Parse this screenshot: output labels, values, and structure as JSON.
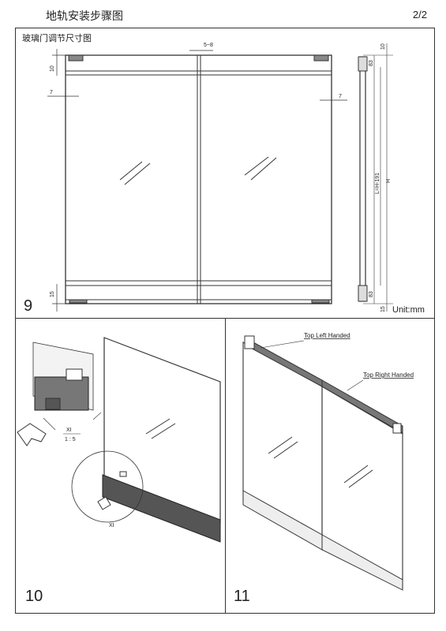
{
  "header": {
    "title": "地轨安装步骤图",
    "page": "2/2"
  },
  "step9": {
    "title": "玻璃门调节尺寸图",
    "number": "9",
    "dims": {
      "gap": "5~8",
      "side_left": "7",
      "side_right": "7",
      "top": "10",
      "bottom": "15",
      "side_top": "10",
      "side_top_inner": "83",
      "side_bottom_inner": "83",
      "side_bottom": "15",
      "glass_height": "L=H-191",
      "total_height": "H"
    },
    "unit": "Unit:mm"
  },
  "step10": {
    "number": "10",
    "scale_label": "XI",
    "scale_ratio": "1 : 5",
    "detail_label": "XI"
  },
  "step11": {
    "number": "11",
    "label_left": "Top Left Handed",
    "label_right": "Top Right Handed"
  }
}
